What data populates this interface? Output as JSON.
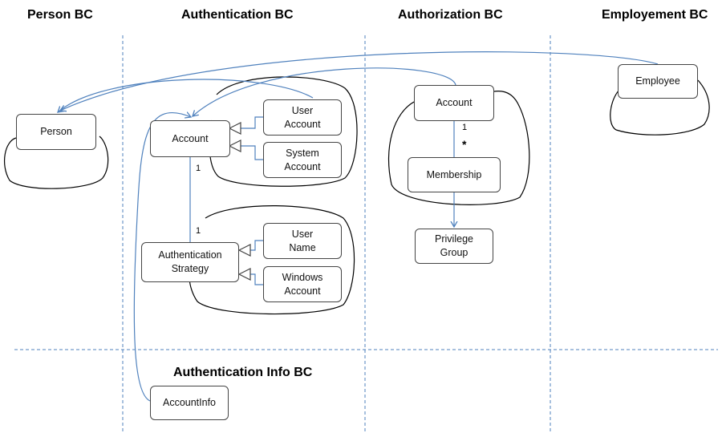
{
  "headers": {
    "person_bc": "Person BC",
    "authentication_bc": "Authentication BC",
    "authorization_bc": "Authorization BC",
    "employment_bc": "Employement BC",
    "authentication_info_bc": "Authentication Info BC"
  },
  "nodes": {
    "person": "Person",
    "auth_account": "Account",
    "user_account": "User\nAccount",
    "system_account": "System\nAccount",
    "authentication_strategy": "Authentication\nStrategy",
    "user_name": "User\nName",
    "windows_account": "Windows\nAccount",
    "authz_account": "Account",
    "membership": "Membership",
    "privilege_group": "Privilege\nGroup",
    "employee": "Employee",
    "account_info": "AccountInfo"
  },
  "multiplicities": {
    "account_to_strategy_account_end": "1",
    "account_to_strategy_strategy_end": "1",
    "authz_account_end": "1",
    "membership_end": "*"
  },
  "colors": {
    "connector": "#4f81bd",
    "divider": "#4f81bd",
    "box_border": "#444444",
    "cloud_border": "#000000"
  }
}
